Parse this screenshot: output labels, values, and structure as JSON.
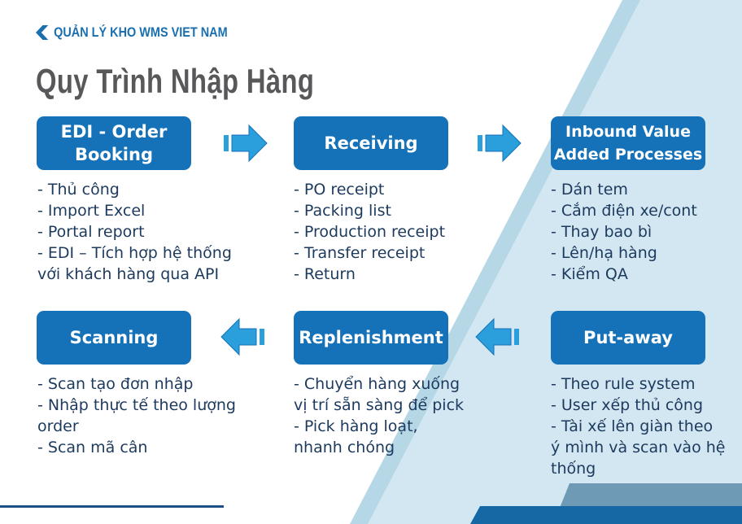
{
  "brand": "QUẢN LÝ KHO WMS VIET NAM",
  "title": "Quy Trình Nhập Hàng",
  "colors": {
    "box": "#1572b8",
    "arrow": "#2a9fdb",
    "bg_light": "#d3e7f2",
    "text": "#1c3a5e"
  },
  "steps": [
    {
      "label": "EDI - Order Booking",
      "items": [
        "- Thủ công",
        "- Import Excel",
        "- Portal report",
        "- EDI – Tích hợp hệ thống với khách hàng qua API"
      ]
    },
    {
      "label": "Receiving",
      "items": [
        "- PO receipt",
        "- Packing list",
        "- Production receipt",
        "- Transfer receipt",
        "- Return"
      ]
    },
    {
      "label": "Inbound Value Added Processes",
      "items": [
        "- Dán tem",
        "- Cắm điện xe/cont",
        "- Thay bao bì",
        "- Lên/hạ hàng",
        "- Kiểm QA"
      ]
    },
    {
      "label": "Put-away",
      "items": [
        "- Theo rule system",
        "- User xếp thủ công",
        "- Tài xế lên giàn theo ý mình và scan vào hệ thống"
      ]
    },
    {
      "label": "Replenishment",
      "items": [
        "- Chuyển hàng xuống vị trí sẵn sàng để pick",
        "- Pick hàng loạt, nhanh chóng"
      ]
    },
    {
      "label": "Scanning",
      "items": [
        "- Scan tạo đơn nhập",
        "- Nhập thực tế theo lượng order",
        "- Scan mã cân"
      ]
    }
  ]
}
